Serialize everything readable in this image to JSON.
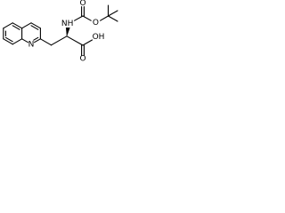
{
  "structure": {
    "atoms": {
      "ring_nitrogen": "N",
      "amide_nitrogen": "NH",
      "carbonyl_oxygen_boc": "O",
      "ether_oxygen_boc": "O",
      "carbonyl_oxygen_acid": "O",
      "hydroxyl": "OH"
    }
  }
}
